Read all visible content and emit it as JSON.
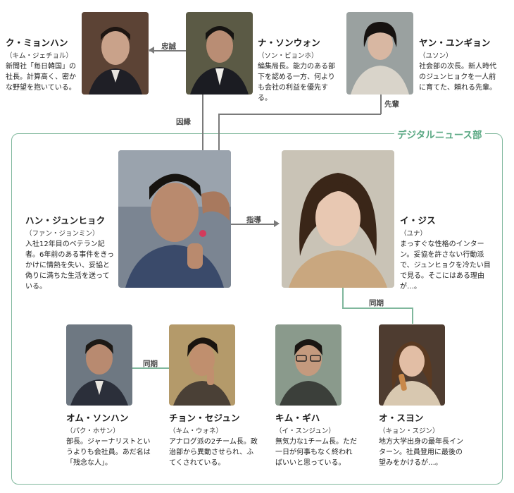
{
  "department": {
    "label": "デジタルニュース部"
  },
  "relations": {
    "loyalty": "忠誠",
    "connection": "因縁",
    "senior": "先輩",
    "guidance": "指導",
    "same_year_a": "同期",
    "same_year_b": "同期"
  },
  "characters": {
    "ku": {
      "name": "ク・ミョンハン",
      "reading": "（キム・ジェチョル）",
      "desc": "新聞社「毎日韓国」の社長。計算高く、密かな野望を抱いている。"
    },
    "na": {
      "name": "ナ・ソンウォン",
      "reading": "（ソン・ビョンホ）",
      "desc": "編集局長。能力のある部下を認める一方、何よりも会社の利益を優先する。"
    },
    "yang": {
      "name": "ヤン・ユンギョン",
      "reading": "（ユソン）",
      "desc": "社会部の次長。新人時代のジュンヒョクを一人前に育てた、頼れる先輩。"
    },
    "han": {
      "name": "ハン・ジュンヒョク",
      "reading": "（ファン・ジョンミン）",
      "desc": "入社12年目のベテラン記者。6年前のある事件をきっかけに情熱を失い、妥協と偽りに満ちた生活を送っている。"
    },
    "lee": {
      "name": "イ・ジス",
      "reading": "（ユナ）",
      "desc": "まっすぐな性格のインターン。妥協を許さない行動派で、ジュンヒョクを冷たい目で見る。そこにはある理由が…。"
    },
    "om": {
      "name": "オム・ソンハン",
      "reading": "（パク・ホサン）",
      "desc": "部長。ジャーナリストというよりも会社員。あだ名は「残念な人」。"
    },
    "jeon": {
      "name": "チョン・セジュン",
      "reading": "（キム・ウォネ）",
      "desc": "アナログ派の2チーム長。政治部から異動させられ、ふてくされている。"
    },
    "kim": {
      "name": "キム・ギハ",
      "reading": "（イ・スンジュン）",
      "desc": "無気力な1チーム長。ただ一日が何事もなく終わればいいと思っている。"
    },
    "oh": {
      "name": "オ・スヨン",
      "reading": "（キョン・スジン）",
      "desc": "地方大学出身の最年長インターン。社員登用に最後の望みをかけるが…。"
    }
  },
  "colors": {
    "accent": "#5aa883",
    "box": "#7fb79c",
    "line": "#7a7a7a"
  }
}
